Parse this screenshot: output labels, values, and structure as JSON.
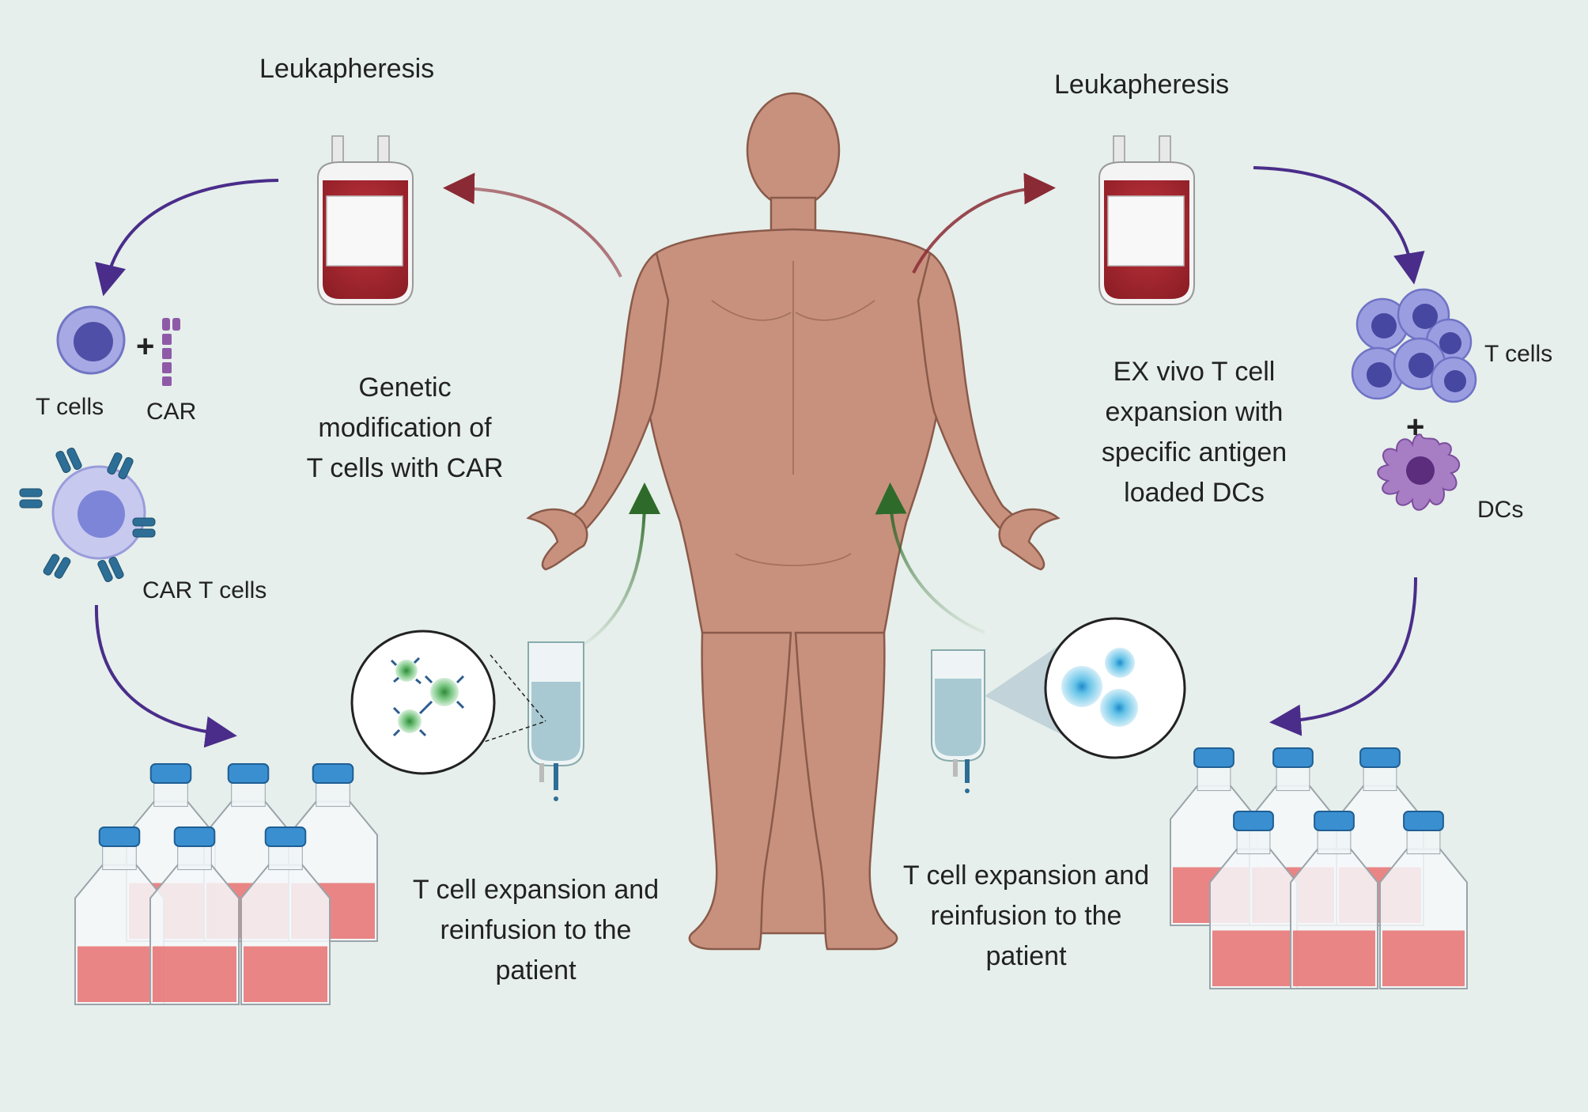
{
  "labels": {
    "left_leukapheresis": "Leukapheresis",
    "right_leukapheresis": "Leukapheresis",
    "genetic_modification": "Genetic\nmodification of\nT cells with CAR",
    "ex_vivo": "EX vivo T cell\nexpansion with\nspecific antigen\nloaded DCs",
    "left_expansion": "T cell expansion and\nreinfusion to the\npatient",
    "right_expansion": "T cell expansion and\nreinfusion to the\npatient",
    "left_t_cells": "T cells",
    "car": "CAR",
    "car_t_cells": "CAR T cells",
    "right_t_cells": "T cells",
    "dcs": "DCs",
    "plus": "+"
  },
  "colors": {
    "background": "#e6efeb",
    "skin": "#c8917e",
    "skin_outline": "#8a5a4a",
    "blood": "#a8282f",
    "purple_arrow": "#4a2d8a",
    "red_arrow": "#8a2a35",
    "green_arrow": "#2e6b2a",
    "t_cell": "#8c8fd6",
    "t_cell_nucleus": "#4f4fa8",
    "dc": "#9a6ab8",
    "flask_medium": "#e87878",
    "flask_cap": "#3a8fd0"
  }
}
